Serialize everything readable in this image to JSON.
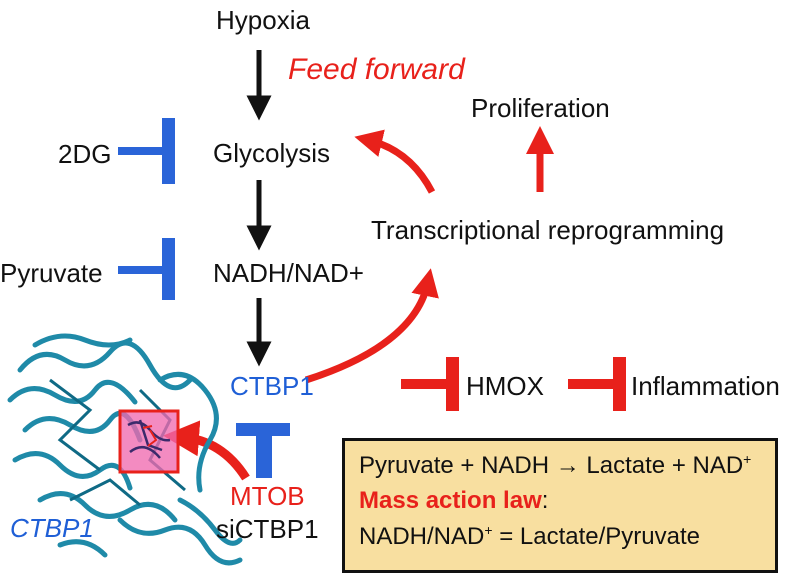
{
  "nodes": {
    "hypoxia": "Hypoxia",
    "feed_forward": "Feed forward",
    "proliferation": "Proliferation",
    "inhibitor_2dg": "2DG",
    "glycolysis": "Glycolysis",
    "transcriptional": "Transcriptional reprogramming",
    "pyruvate": "Pyruvate",
    "nadh_nad": "NADH/NAD+",
    "ctbp1": "CTBP1",
    "hmox": "HMOX",
    "inflammation": "Inflammation",
    "protein_label": "CTBP1",
    "mtob": "MTOB",
    "sictbp1": "siCTBP1"
  },
  "info_box": {
    "reaction_left": "Pyruvate + NADH",
    "reaction_arrow": "→",
    "reaction_right": "Lactate + NAD",
    "reaction_sup": "+",
    "law_label": "Mass action law",
    "law_colon": ":",
    "ratio_left": "NADH/NAD",
    "ratio_sup": "+",
    "ratio_right": " = Lactate/Pyruvate"
  },
  "colors": {
    "activation_black": "#111111",
    "activation_red": "#e8211b",
    "inhibition_blue": "#2a64d8",
    "inhibition_red": "#e8211b",
    "protein": "#1f8aa8",
    "box_fill": "#f8dfa0"
  }
}
